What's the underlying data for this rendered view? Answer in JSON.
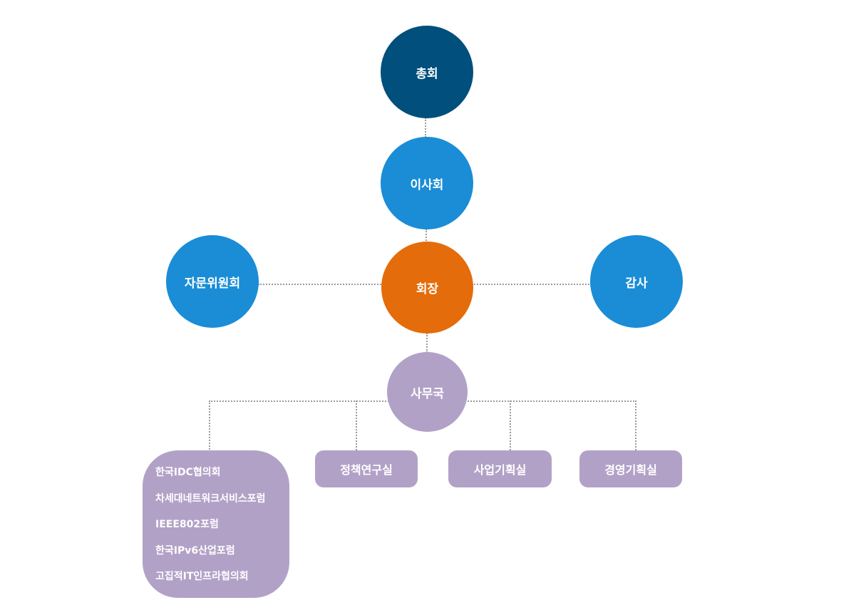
{
  "nodes": {
    "general_assembly": "총회",
    "board": "이사회",
    "president": "회장",
    "advisory": "자문위원회",
    "audit": "감사",
    "secretariat": "사무국"
  },
  "departments": [
    "정책연구실",
    "사업기획실",
    "경영기획실"
  ],
  "affiliates": [
    "한국IDC협의회",
    "차세대네트워크서비스포럼",
    "IEEE802포럼",
    "한국IPv6산업포럼",
    "고집적IT인프라협의회"
  ],
  "colors": {
    "navy": "#004f7c",
    "blue": "#1a8dd6",
    "orange": "#e46c0a",
    "purple": "#b2a1c7"
  }
}
